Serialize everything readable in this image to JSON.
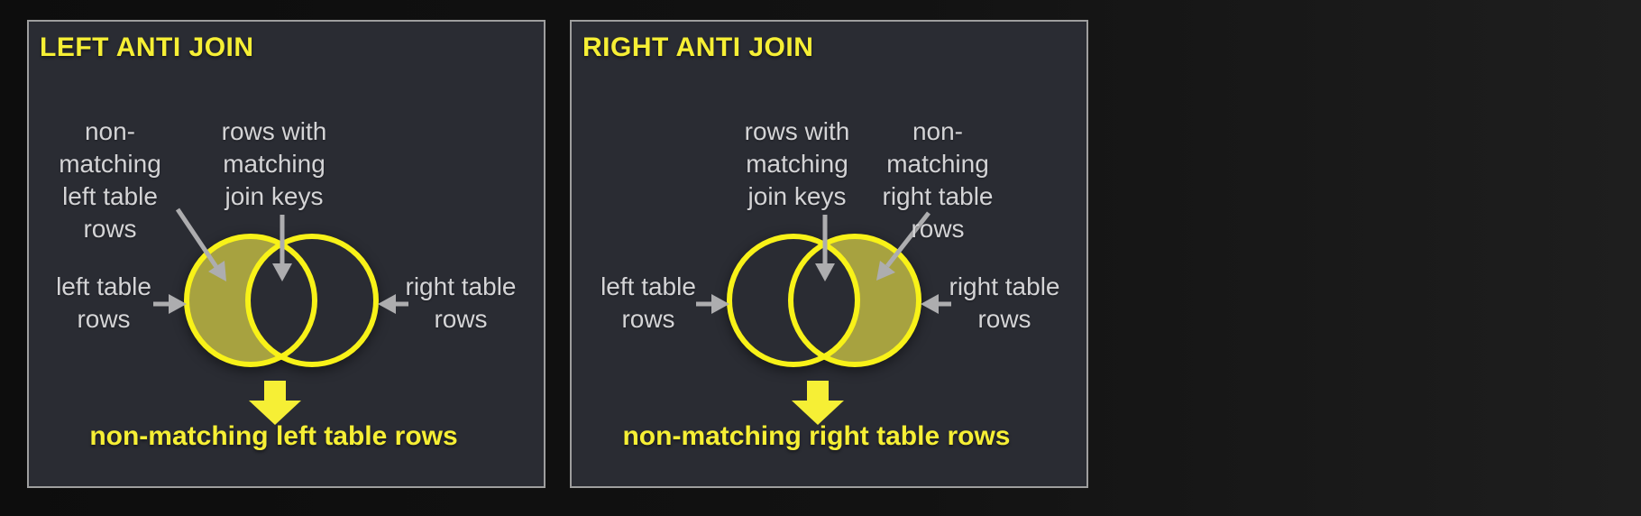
{
  "colors": {
    "page_bg": "#121212",
    "panel_bg": "#2a2c33",
    "panel_border": "#9e9e9e",
    "heading_yellow": "#f6ef35",
    "circle_yellow": "#f8f218",
    "overlap_fill": "#a7a240",
    "label_gray": "#d4d4d6",
    "arrow_gray": "#adadaf"
  },
  "panels": [
    {
      "title": "LEFT ANTI JOIN",
      "labels": {
        "non_matching": "non-\nmatching\nleft table\nrows",
        "matching_keys": "rows with\nmatching\njoin keys",
        "left_table": "left table\nrows",
        "right_table": "right table\nrows"
      },
      "result_caption": "non-matching left table rows",
      "highlighted_region": "left-only"
    },
    {
      "title": "RIGHT ANTI JOIN",
      "labels": {
        "non_matching": "non-\nmatching\nright table\nrows",
        "matching_keys": "rows with\nmatching\njoin keys",
        "left_table": "left table\nrows",
        "right_table": "right table\nrows"
      },
      "result_caption": "non-matching right table rows",
      "highlighted_region": "right-only"
    }
  ]
}
